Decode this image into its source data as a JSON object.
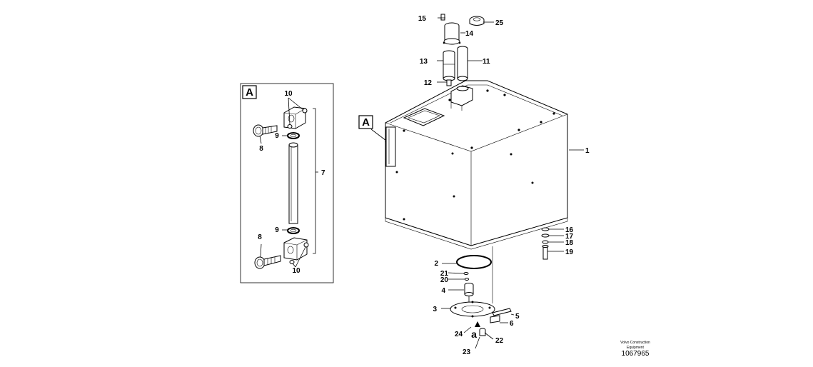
{
  "inset": {
    "view_letter": "A"
  },
  "main_view": {
    "view_letter": "A",
    "suffix_letter": "a"
  },
  "callouts": {
    "c1": "1",
    "c2": "2",
    "c3": "3",
    "c4": "4",
    "c5": "5",
    "c6": "6",
    "c7": "7",
    "c8a": "8",
    "c8b": "8",
    "c9a": "9",
    "c9b": "9",
    "c10a": "10",
    "c10b": "10",
    "c11": "11",
    "c12": "12",
    "c13": "13",
    "c14": "14",
    "c15": "15",
    "c16": "16",
    "c17": "17",
    "c18": "18",
    "c19": "19",
    "c20": "20",
    "c21": "21",
    "c22": "22",
    "c23": "23",
    "c24": "24",
    "c25": "25"
  },
  "footer": {
    "line1": "Volvo Construction",
    "line2": "Equipment",
    "drawing_number": "1067965"
  }
}
